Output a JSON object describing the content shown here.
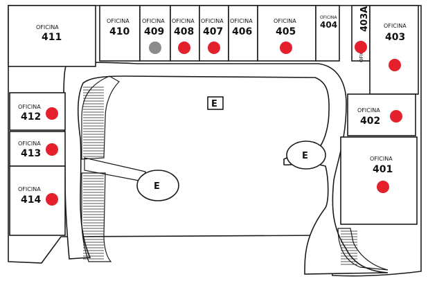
{
  "offices": [
    {
      "id": "411",
      "label": "OFICINA",
      "number": "411",
      "status": "none"
    },
    {
      "id": "410",
      "label": "OFICINA",
      "number": "410",
      "status": "none"
    },
    {
      "id": "409",
      "label": "OFICINA",
      "number": "409",
      "status": "unavailable"
    },
    {
      "id": "408",
      "label": "OFICINA",
      "number": "408",
      "status": "occupied"
    },
    {
      "id": "407",
      "label": "OFICINA",
      "number": "407",
      "status": "occupied"
    },
    {
      "id": "406",
      "label": "OFICINA",
      "number": "406",
      "status": "none"
    },
    {
      "id": "405",
      "label": "OFICINA",
      "number": "405",
      "status": "occupied"
    },
    {
      "id": "404",
      "label": "OFICINA",
      "number": "404",
      "status": "none"
    },
    {
      "id": "403A",
      "label": "OFICINA",
      "number": "403A",
      "status": "occupied"
    },
    {
      "id": "403",
      "label": "OFICINA",
      "number": "403",
      "status": "occupied"
    },
    {
      "id": "412",
      "label": "OFICINA",
      "number": "412",
      "status": "occupied"
    },
    {
      "id": "413",
      "label": "OFICINA",
      "number": "413",
      "status": "occupied"
    },
    {
      "id": "414",
      "label": "OFICINA",
      "number": "414",
      "status": "occupied"
    },
    {
      "id": "402",
      "label": "OFICINA",
      "number": "402",
      "status": "occupied"
    },
    {
      "id": "401",
      "label": "OFICINA",
      "number": "401",
      "status": "occupied"
    }
  ],
  "elevators": {
    "box_label": "E",
    "left_label": "E",
    "right_label": "E"
  },
  "colors": {
    "occupied": "#e3202b",
    "unavailable": "#8a8a8a",
    "wall": "#1a1a1a"
  }
}
